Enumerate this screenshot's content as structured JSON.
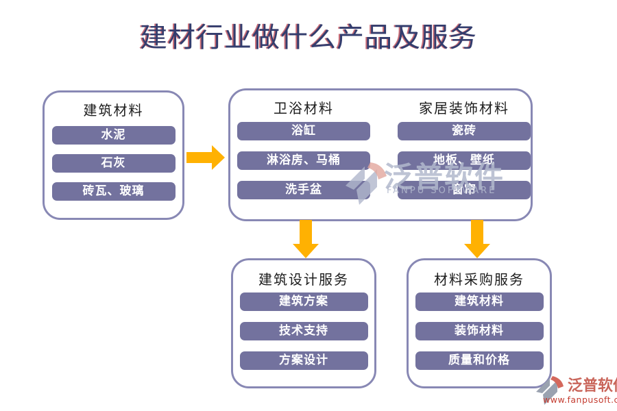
{
  "title": "建材行业做什么产品及服务",
  "theme": {
    "pill_color": "#73729E",
    "box_border_color": "#8888B4",
    "arrow_color": "#FFB102",
    "title_color": "#333D6E",
    "title_fringe_color": "#B93C48",
    "pill_text_color": "#FFFFFF",
    "logo_text_color": "#C9655A",
    "logo_url_color": "#C43C30"
  },
  "groups": {
    "building_materials": {
      "header": "建筑材料",
      "items": [
        "水泥",
        "石灰",
        "砖瓦、玻璃"
      ]
    },
    "bathroom_materials": {
      "header": "卫浴材料",
      "items": [
        "浴缸",
        "淋浴房、马桶",
        "洗手盆"
      ]
    },
    "home_decoration_materials": {
      "header": "家居装饰材料",
      "items": [
        "瓷砖",
        "地板、壁纸",
        "窗帘"
      ]
    },
    "architectural_design_services": {
      "header": "建筑设计服务",
      "items": [
        "建筑方案",
        "技术支持",
        "方案设计"
      ]
    },
    "material_procurement_services": {
      "header": "材料采购服务",
      "items": [
        "建筑材料",
        "装饰材料",
        "质量和价格"
      ]
    }
  },
  "watermark": {
    "brand": "泛普软件",
    "brand_en": "FANPU SOFTWARE"
  },
  "footer_logo": {
    "brand": "泛普软件",
    "website": "www.fanpusoft.com"
  }
}
